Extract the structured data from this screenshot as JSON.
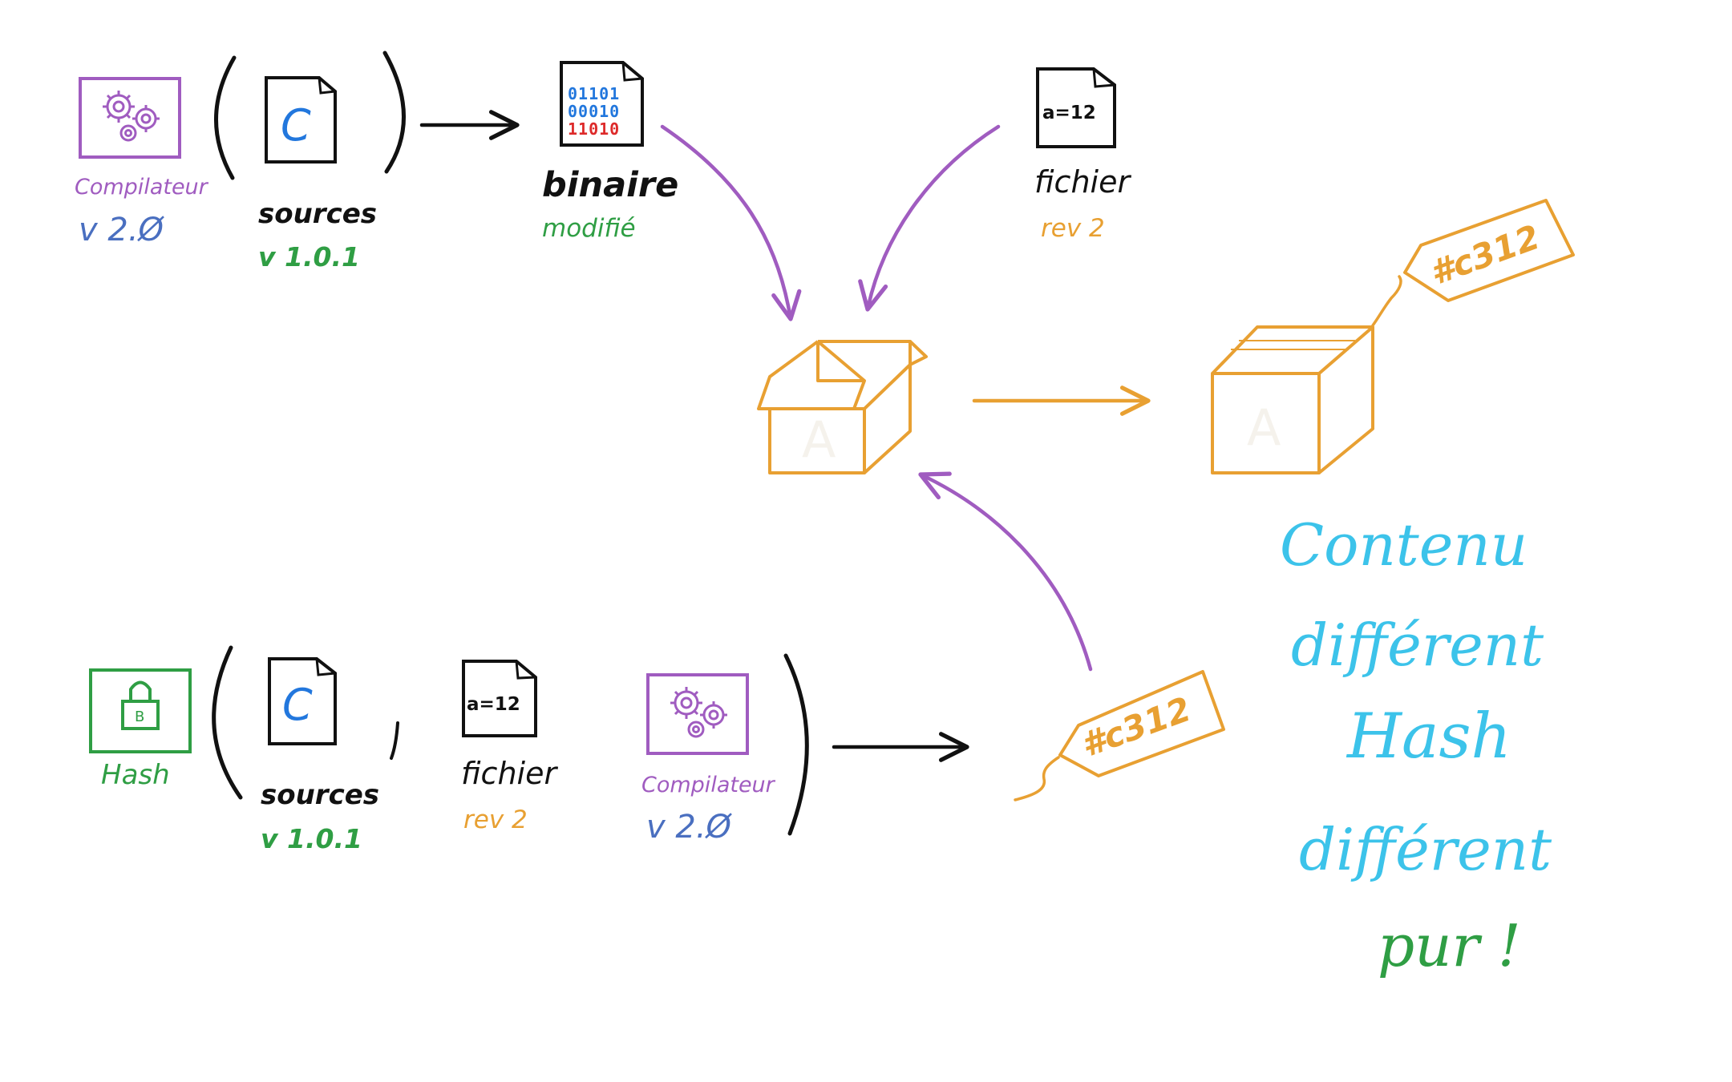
{
  "colors": {
    "purple": "#a05cc0",
    "black": "#111111",
    "green": "#2f9e44",
    "orange": "#e8a032",
    "blue": "#4a6fc0",
    "cyan": "#3cc3ea",
    "c_blue": "#2277dd"
  },
  "top_row": {
    "compiler": {
      "icon": "gears-icon",
      "label": "Compilateur",
      "version": "v 2.Ø"
    },
    "sources": {
      "icon": "c-file-icon",
      "glyph": "C",
      "label": "sources",
      "version": "v 1.0.1"
    },
    "binary": {
      "icon": "binary-file-icon",
      "bits": [
        "01101",
        "00010",
        "11010"
      ],
      "label": "binaire",
      "status": "modifié"
    },
    "file": {
      "icon": "config-file-icon",
      "content": "a=12",
      "label": "fichier",
      "revision": "rev 2"
    }
  },
  "bottom_row": {
    "hash": {
      "icon": "lock-icon",
      "label": "Hash"
    },
    "sources": {
      "icon": "c-file-icon",
      "glyph": "C",
      "label": "sources",
      "version": "v 1.0.1"
    },
    "file": {
      "icon": "config-file-icon",
      "content": "a=12",
      "label": "fichier",
      "revision": "rev 2"
    },
    "compiler": {
      "icon": "gears-icon",
      "label": "Compilateur",
      "version": "v 2.Ø"
    },
    "tag": "#c312"
  },
  "boxes": {
    "open_box": {
      "icon": "open-box-icon",
      "letter": "A"
    },
    "closed_box": {
      "icon": "closed-box-icon",
      "letter": "A",
      "tag": "#c312"
    }
  },
  "note": {
    "lines": [
      "Contenu",
      "différent",
      "Hash",
      "différent",
      "pur !"
    ]
  }
}
